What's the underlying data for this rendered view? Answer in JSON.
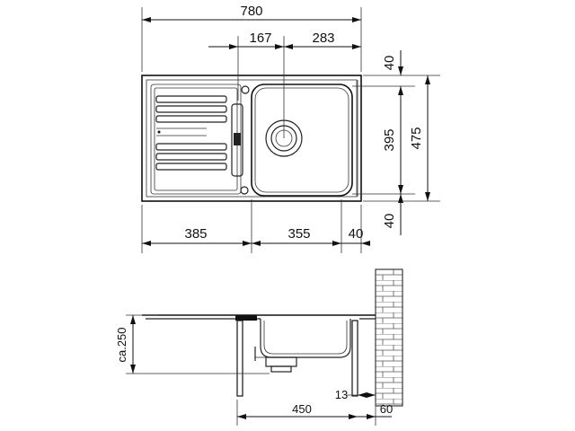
{
  "top_view": {
    "overall_width": "780",
    "drainer_offset": "167",
    "bowl_offset": "283",
    "top_margin": "40",
    "bowl_depth": "395",
    "overall_depth": "475",
    "bottom_margin": "40",
    "drainer_width": "385",
    "bowl_width": "355",
    "right_margin": "40"
  },
  "side_view": {
    "height_label": "ca.250",
    "bowl_depth_side": "450",
    "wall_gap": "13",
    "wall_offset": "60"
  }
}
